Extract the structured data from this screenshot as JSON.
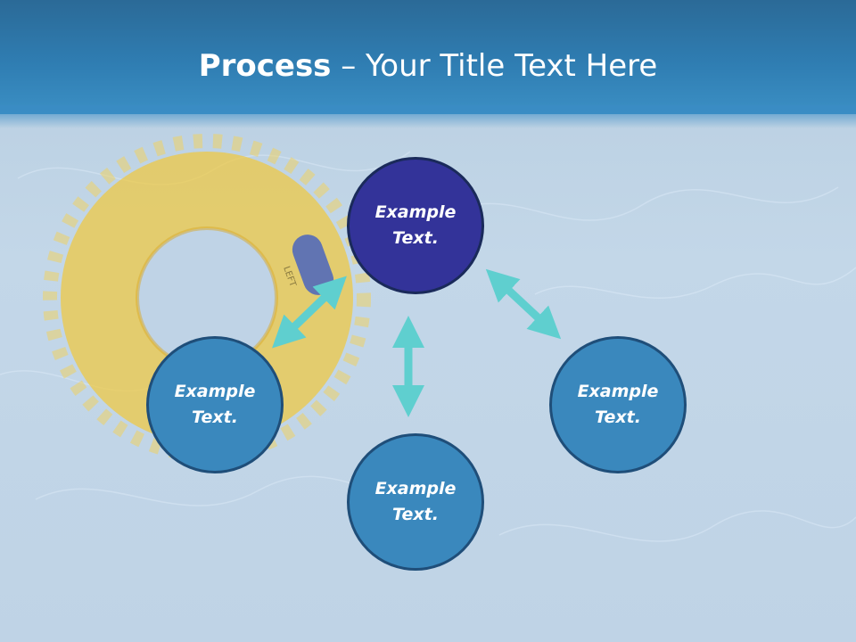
{
  "slide": {
    "title_bold": "Process",
    "title_rest": " – Your Title Text Here"
  },
  "nodes": {
    "center": "Example Text.",
    "left": "Example Text.",
    "right": "Example Text.",
    "bottom": "Example Text."
  },
  "ring_label": "LEFT",
  "colors": {
    "header": "#2f7db2",
    "center_node": "#333399",
    "outer_node": "#3a88bd",
    "arrow": "#5fcfcf"
  }
}
